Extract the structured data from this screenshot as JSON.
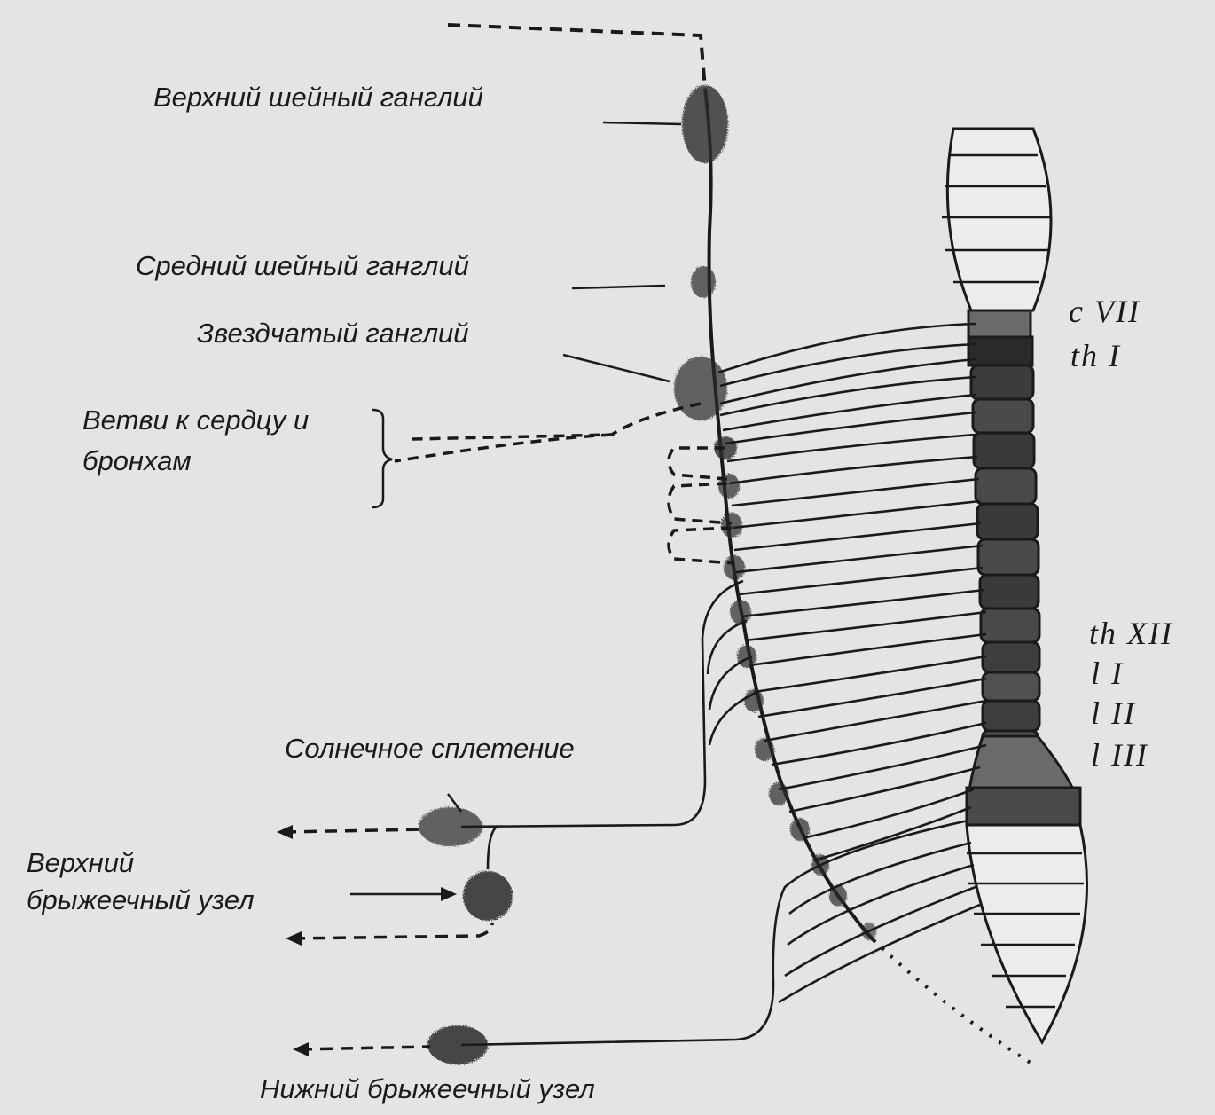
{
  "labels": {
    "upper_cervical": "Верхний шейный ганглий",
    "middle_cervical": "Средний шейный ганглий",
    "stellate": "Звездчатый ганглий",
    "heart_bronchi_line1": "Ветви к сердцу и",
    "heart_bronchi_line2": "бронхам",
    "solar_plexus": "Солнечное сплетение",
    "superior_mesenteric_line1": "Верхний",
    "superior_mesenteric_line2": "брыжеечный узел",
    "inferior_mesenteric": "Нижний брыжеечный узел"
  },
  "segments": {
    "c7": "c VII",
    "th1": "th I",
    "th12": "th XII",
    "l1": "l  I",
    "l2": "l  II",
    "l3": "l  III"
  },
  "colors": {
    "ink": "#1a1a1a",
    "background": "#e4e4e4"
  }
}
